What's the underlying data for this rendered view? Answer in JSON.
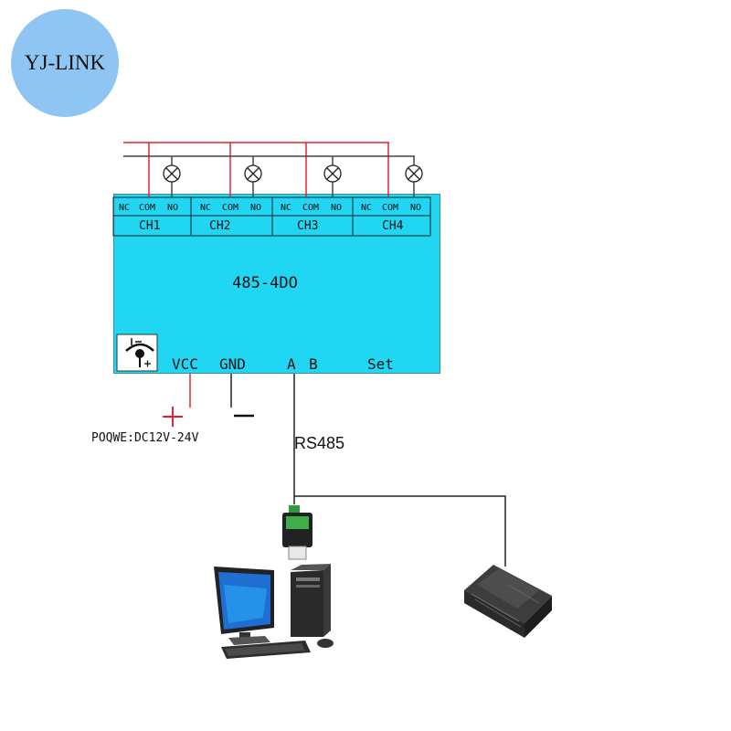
{
  "brand": {
    "logo_text": "YJ-LINK"
  },
  "module": {
    "model": "485-4DO",
    "channels": [
      {
        "name": "CH1",
        "terminals": [
          "NC",
          "COM",
          "NO"
        ]
      },
      {
        "name": "CH2",
        "terminals": [
          "NC",
          "COM",
          "NO"
        ]
      },
      {
        "name": "CH3",
        "terminals": [
          "NC",
          "COM",
          "NO"
        ]
      },
      {
        "name": "CH4",
        "terminals": [
          "NC",
          "COM",
          "NO"
        ]
      }
    ],
    "pins": {
      "vcc": "VCC",
      "gnd": "GND",
      "a": "A",
      "b": "B",
      "set": "Set"
    }
  },
  "power": {
    "plus": "+",
    "minus": "—",
    "label": "POQWE:DC12V-24V"
  },
  "bus": {
    "label": "RS485"
  },
  "devices": [
    "computer-icon",
    "usb-rs485-converter-icon",
    "plc-icon",
    "lamp-icon",
    "antenna-icon"
  ],
  "colors": {
    "module": "#21d6f3",
    "logo": "#8ec5f2",
    "live_wire": "#e8222a",
    "neutral_wire": "#444444"
  }
}
